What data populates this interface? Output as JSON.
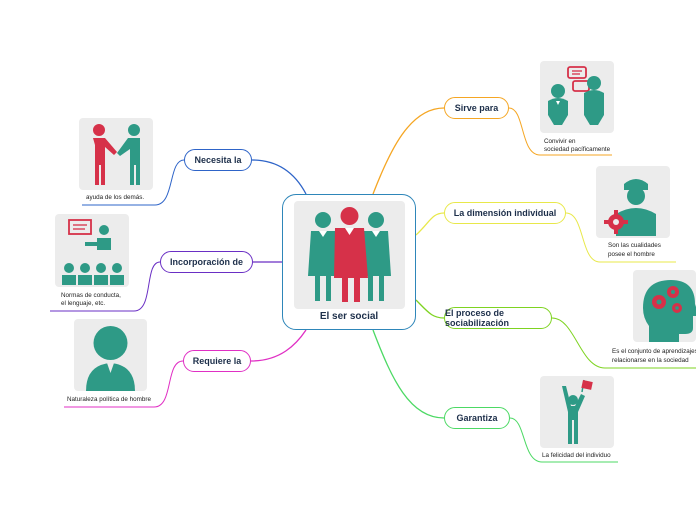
{
  "central": {
    "title": "El ser social"
  },
  "branches": {
    "sirve": {
      "label": "Sirve para",
      "color": "#f5a623",
      "note_lines": [
        "Convivir en",
        "sociedad pacíficamente"
      ],
      "icon": "conversation-icon"
    },
    "dimension": {
      "label": "La dimensión individual",
      "color": "#e8e84a",
      "note_lines": [
        "Son las cualidades",
        "posee el hombre"
      ],
      "icon": "worker-gear-icon"
    },
    "proceso": {
      "label": "El proceso de sociabilización",
      "color": "#7ed321",
      "note_lines": [
        "Es el conjunto de aprendizajes",
        "relacionarse en la sociedad"
      ],
      "icon": "head-gears-icon"
    },
    "garantiza": {
      "label": "Garantiza",
      "color": "#4cd964",
      "note_lines": [
        "La felicidad del individuo"
      ],
      "icon": "winner-flag-icon"
    },
    "necesita": {
      "label": "Necesita la",
      "color": "#2e64c8",
      "note_lines": [
        "ayuda de los demás."
      ],
      "icon": "handshake-icon"
    },
    "incorporacion": {
      "label": "Incorporación de",
      "color": "#6a2fc4",
      "note_lines": [
        "Normas de conducta,",
        "el lenguaje, etc."
      ],
      "icon": "presentation-icon"
    },
    "requiere": {
      "label": "Requiere la",
      "color": "#e02fc4",
      "note_lines": [
        "Naturaleza política de hombre"
      ],
      "icon": "person-icon"
    }
  },
  "colors": {
    "teal": "#2e9a86",
    "red": "#d63149",
    "tile": "#ececec"
  }
}
